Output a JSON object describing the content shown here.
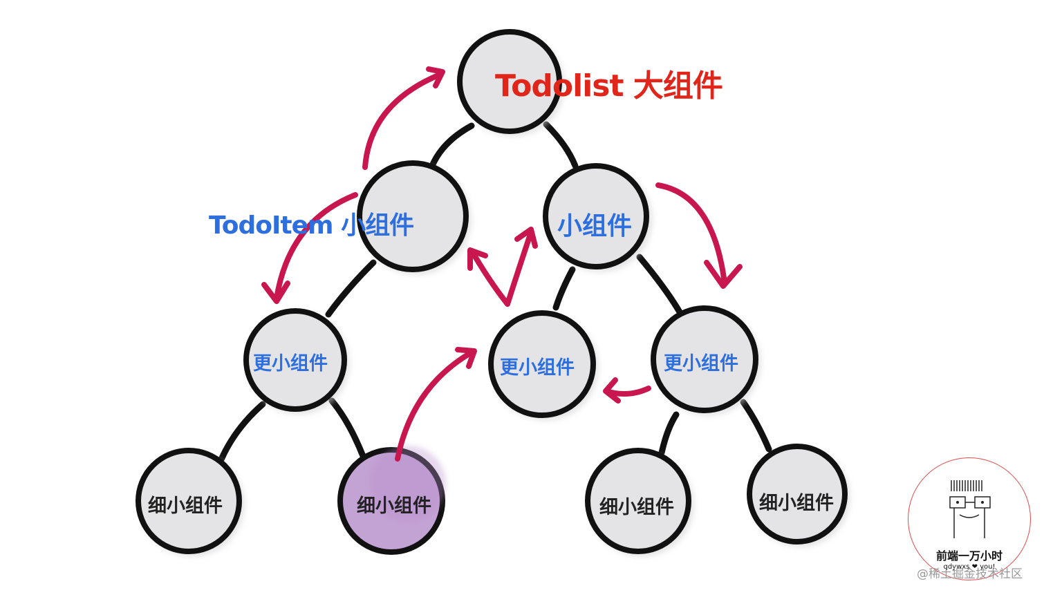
{
  "diagram": {
    "root_label": "Todolist 大组件",
    "todoitem_label": "TodoItem 小组件",
    "mid_label": "小组件",
    "smaller_label": "更小组件",
    "tiny_label": "细小组件"
  },
  "colors": {
    "node_fill": "#e4e4e6",
    "node_fill_highlight": "#c3a2d4",
    "stroke": "#111111",
    "arrow": "#c8164f",
    "root_text": "#e0251b",
    "component_text": "#2e6fe0"
  },
  "logo": {
    "title": "前端一万小时",
    "subtitle": "qdywxs ❤ you!"
  },
  "watermark": "@稀土掘金技术社区"
}
